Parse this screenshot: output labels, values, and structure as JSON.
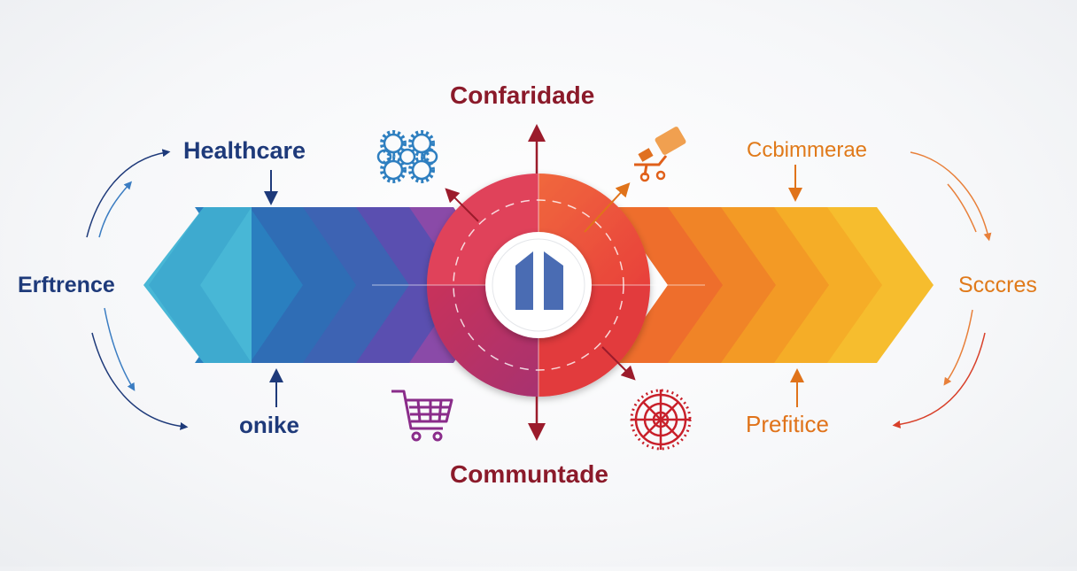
{
  "labels": {
    "top": "Confaridade",
    "bottom": "Communtade",
    "healthcare": "Healthcare",
    "onike": "onike",
    "erftrence": "Erftrence",
    "cbimmerae": "Ccbimmerae",
    "prefitice": "Prefitice",
    "sccres": "Scccres"
  },
  "colors": {
    "top": "#8b1a2a",
    "bottom": "#8b1a2a",
    "healthcare": "#1e3a7a",
    "onike": "#1e3a7a",
    "erftrence": "#1e3a7a",
    "cbimmerae": "#e07a1a",
    "prefitice": "#e0731a",
    "sccres": "#e07a1a"
  },
  "icons": [
    "gears-icon",
    "shopping-cart-icon",
    "machinery-icon",
    "target-icon",
    "home-icon"
  ]
}
